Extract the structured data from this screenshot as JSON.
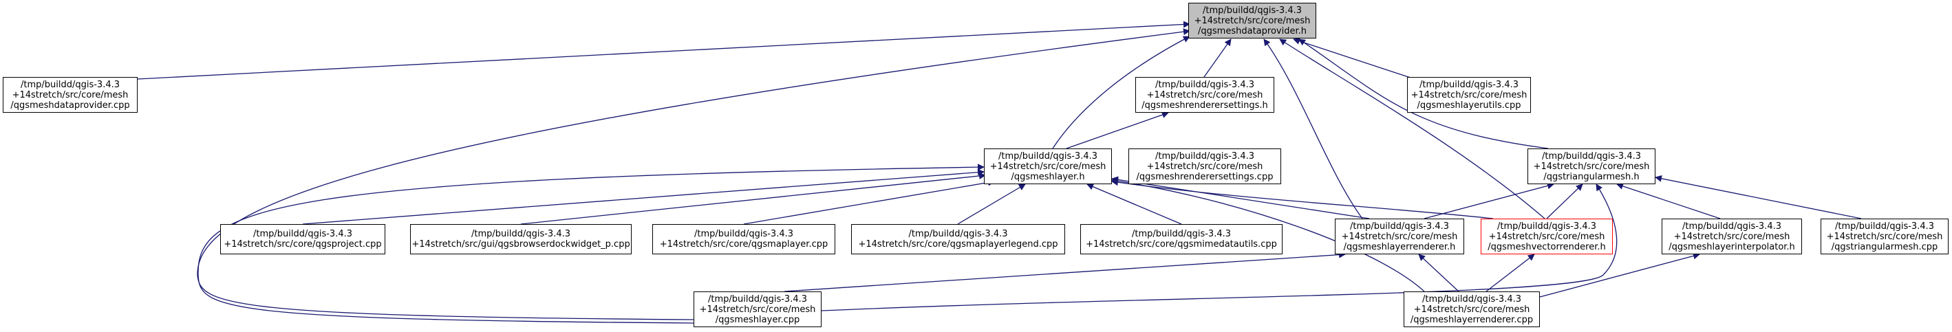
{
  "colors": {
    "edge": "#191970",
    "root_fill": "#bfbfbf",
    "highlight_border": "#ff0000",
    "border": "#000000"
  },
  "nodes": {
    "n_root": {
      "lines": [
        "/tmp/buildd/qgis-3.4.3",
        "+14stretch/src/core/mesh",
        "/qgsmeshdataprovider.h"
      ]
    },
    "n_dpcpp": {
      "lines": [
        "/tmp/buildd/qgis-3.4.3",
        "+14stretch/src/core/mesh",
        "/qgsmeshdataprovider.cpp"
      ]
    },
    "n_rsh": {
      "lines": [
        "/tmp/buildd/qgis-3.4.3",
        "+14stretch/src/core/mesh",
        "/qgsmeshrenderersettings.h"
      ]
    },
    "n_lucpp": {
      "lines": [
        "/tmp/buildd/qgis-3.4.3",
        "+14stretch/src/core/mesh",
        "/qgsmeshlayerutils.cpp"
      ]
    },
    "n_lh": {
      "lines": [
        "/tmp/buildd/qgis-3.4.3",
        "+14stretch/src/core/mesh",
        "/qgsmeshlayer.h"
      ]
    },
    "n_rscpp": {
      "lines": [
        "/tmp/buildd/qgis-3.4.3",
        "+14stretch/src/core/mesh",
        "/qgsmeshrenderersettings.cpp"
      ]
    },
    "n_th": {
      "lines": [
        "/tmp/buildd/qgis-3.4.3",
        "+14stretch/src/core/mesh",
        "/qgstriangularmesh.h"
      ]
    },
    "n_proj": {
      "lines": [
        "/tmp/buildd/qgis-3.4.3",
        "+14stretch/src/core/qgsproject.cpp"
      ]
    },
    "n_bdw": {
      "lines": [
        "/tmp/buildd/qgis-3.4.3",
        "+14stretch/src/gui/qgsbrowserdockwidget_p.cpp"
      ]
    },
    "n_ml": {
      "lines": [
        "/tmp/buildd/qgis-3.4.3",
        "+14stretch/src/core/qgsmaplayer.cpp"
      ]
    },
    "n_mll": {
      "lines": [
        "/tmp/buildd/qgis-3.4.3",
        "+14stretch/src/core/qgsmaplayerlegend.cpp"
      ]
    },
    "n_mdu": {
      "lines": [
        "/tmp/buildd/qgis-3.4.3",
        "+14stretch/src/core/qgsmimedatautils.cpp"
      ]
    },
    "n_lrh": {
      "lines": [
        "/tmp/buildd/qgis-3.4.3",
        "+14stretch/src/core/mesh",
        "/qgsmeshlayerrenderer.h"
      ]
    },
    "n_vrh": {
      "lines": [
        "/tmp/buildd/qgis-3.4.3",
        "+14stretch/src/core/mesh",
        "/qgsmeshvectorrenderer.h"
      ]
    },
    "n_lih": {
      "lines": [
        "/tmp/buildd/qgis-3.4.3",
        "+14stretch/src/core/mesh",
        "/qgsmeshlayerinterpolator.h"
      ]
    },
    "n_tcpp": {
      "lines": [
        "/tmp/buildd/qgis-3.4.3",
        "+14stretch/src/core/mesh",
        "/qgstriangularmesh.cpp"
      ]
    },
    "n_lcpp": {
      "lines": [
        "/tmp/buildd/qgis-3.4.3",
        "+14stretch/src/core/mesh",
        "/qgsmeshlayer.cpp"
      ]
    },
    "n_lrcpp": {
      "lines": [
        "/tmp/buildd/qgis-3.4.3",
        "+14stretch/src/core/mesh",
        "/qgsmeshlayerrenderer.cpp"
      ]
    }
  }
}
